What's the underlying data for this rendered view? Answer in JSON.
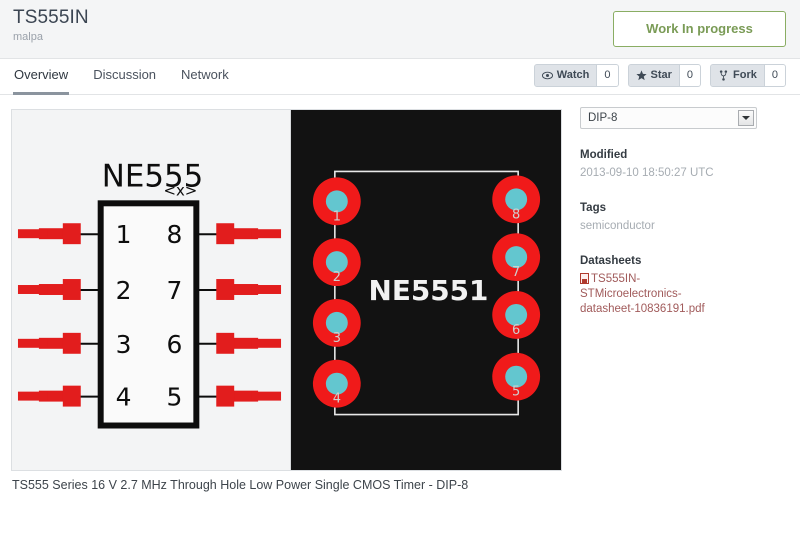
{
  "header": {
    "title": "TS555IN",
    "owner": "malpa",
    "status_label": "Work In progress",
    "status_color": "#8aad63"
  },
  "tabs": [
    {
      "id": "overview",
      "label": "Overview",
      "active": true
    },
    {
      "id": "discussion",
      "label": "Discussion",
      "active": false
    },
    {
      "id": "network",
      "label": "Network",
      "active": false
    }
  ],
  "social": [
    {
      "id": "watch",
      "icon": "eye-icon",
      "glyph": "◉",
      "label": "Watch",
      "count": "0"
    },
    {
      "id": "star",
      "icon": "star-icon",
      "glyph": "★",
      "label": "Star",
      "count": "0"
    },
    {
      "id": "fork",
      "icon": "fork-icon",
      "glyph": "⑂",
      "label": "Fork",
      "count": "0"
    }
  ],
  "viewer": {
    "caption": "TS555 Series 16 V 2.7 MHz Through Hole Low Power Single CMOS Timer - DIP-8",
    "schematic": {
      "component_label": "NE555",
      "component_suffix": "<x>",
      "pins_left": [
        "1",
        "2",
        "3",
        "4"
      ],
      "pins_right": [
        "8",
        "7",
        "6",
        "5"
      ],
      "body_fill": "#fafafa",
      "body_stroke": "#000000",
      "pin_color": "#e21d1d",
      "background": "#f3f4f5"
    },
    "footprint": {
      "silk_label": "NE5551",
      "pad_numbers_left": [
        "1",
        "2",
        "3",
        "4"
      ],
      "pad_numbers_right": [
        "8",
        "7",
        "6",
        "5"
      ],
      "pad_ring_color": "#f01a1a",
      "pad_hole_color": "#63c6cf",
      "silk_color": "#e8e8e8",
      "background": "#121212"
    }
  },
  "sidebar": {
    "variant_select": {
      "value": "DIP-8",
      "options": [
        "DIP-8"
      ]
    },
    "modified": {
      "label": "Modified",
      "value": "2013-09-10 18:50:27 UTC"
    },
    "tags": {
      "label": "Tags",
      "value": "semiconductor"
    },
    "datasheets": {
      "label": "Datasheets",
      "files": [
        {
          "name": "TS555IN-STMicroelectronics-datasheet-10836191.pdf",
          "icon": "pdf-icon"
        }
      ]
    }
  }
}
